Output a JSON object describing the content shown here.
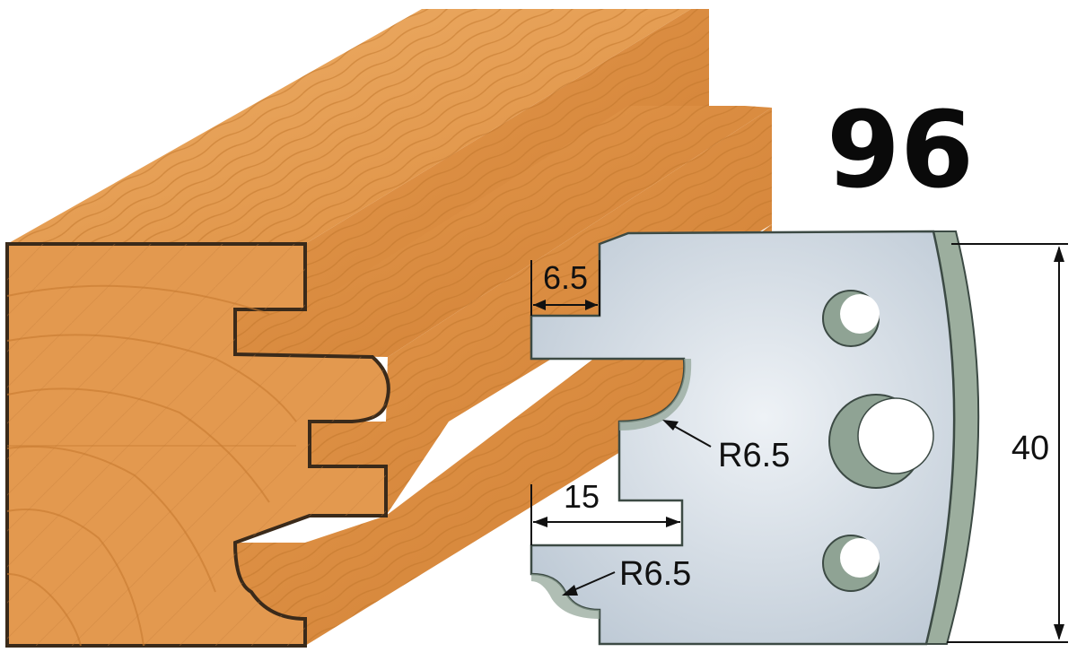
{
  "profile_number": "96",
  "dimensions": {
    "slot_depth": "6.5",
    "radius_upper": "R6.5",
    "slot_width": "15",
    "radius_lower": "R6.5",
    "height": "40"
  },
  "colors": {
    "wood_light": "#e9a25a",
    "wood_mid": "#d88a3c",
    "wood_dark": "#b96a24",
    "endgrain": "#e39a52",
    "outline": "#3a2a1a",
    "knife_face": "#c9d3de",
    "knife_face_light": "#e3e9ef",
    "knife_edge": "#9cae9e",
    "hole_fill": "#8fa394",
    "dim_line": "#111111"
  }
}
